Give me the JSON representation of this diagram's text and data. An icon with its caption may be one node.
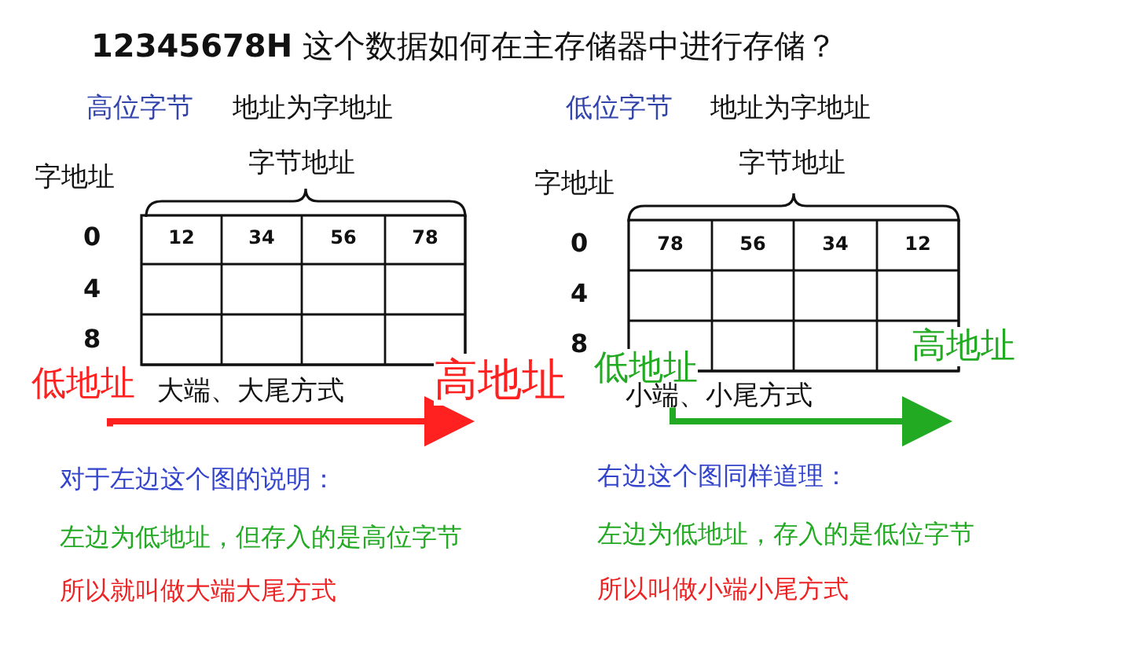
{
  "diagram": {
    "title": "**12345678H** 这个数据如何在主存储器中进行存储？",
    "nodes": [
      {
        "text": [
          "低地址"
        ]
      },
      {
        "text": [
          "高地址"
        ]
      },
      {
        "text": [
          "低地址"
        ]
      },
      {
        "text": [
          "高地址"
        ]
      }
    ],
    "edges": [
      {
        "from": 0,
        "to": 1,
        "arrow": "to",
        "color": "#ff2020"
      },
      {
        "from": 2,
        "to": 3,
        "arrow": "to",
        "color": "#22aa22"
      }
    ],
    "labels": [
      "高位字节",
      "地址为字地址",
      "低位字节",
      "地址为字地址",
      "字节地址",
      "字节地址",
      "字地址",
      "字地址",
      "0",
      "12",
      "34",
      "56",
      "78",
      "0",
      "78",
      "56",
      "34",
      "12",
      "4",
      "4",
      "8",
      "8",
      "大端、大尾方式",
      "小端、小尾方式",
      "对于左边这个图的说明：",
      "右边这个图同样道理：",
      "左边为低地址，但存入的是高位字节",
      "左边为低地址，存入的是低位字节",
      "所以就叫做大端大尾方式",
      "所以叫做小端小尾方式"
    ]
  }
}
